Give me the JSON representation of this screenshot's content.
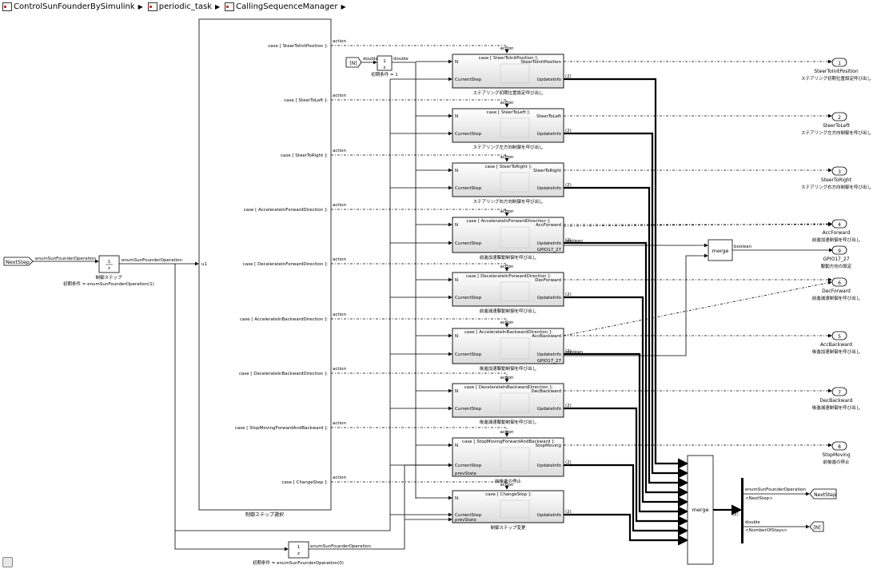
{
  "breadcrumb": [
    {
      "label": "ControlSunFounderBySimulink"
    },
    {
      "label": "periodic_task"
    },
    {
      "label": "CallingSequenceManager"
    }
  ],
  "inport": {
    "label": "NextStep",
    "signal": "enumSunFounderOperation"
  },
  "delay_top": {
    "frac": "1",
    "frac_den": "z",
    "name": "制御ステップ",
    "init": "初期条件 = enumSunFounderOperation(1)",
    "out_signal": "enumSunFounderOperation"
  },
  "switch_case": {
    "input_port": "u1",
    "name": "制御ステップ選択",
    "cases": [
      "case [ SteerToInitPosition ]:",
      "case [ SteerToLeft ]:",
      "case [ SteerToRight ]:",
      "case [ AccelerateInForwardDirection ]:",
      "case [ DecelerateInForwardDirection ]:",
      "case [ AccelerateInBackwardDirection ]:",
      "case [ DecelerateInBackwardDirection ]:",
      "case [ StopMovingForwardAndBackward ]:",
      "case [ ChangeStep ]:"
    ],
    "action_label": "action"
  },
  "n_source": {
    "label": "[N]",
    "type_in": "double",
    "type_out": "double",
    "init": "初期条件 = 1"
  },
  "subsystems": [
    {
      "case": "case [ SteerToInitPosition ]:",
      "out1": "SteerToInitPosition",
      "out2": "UpdateInfo",
      "in1": "N",
      "in2": "CurrentStep",
      "caption": "ステアリング初期位置設定呼び出し"
    },
    {
      "case": "case [ SteerToLeft ]:",
      "out1": "SteerToLeft",
      "out2": "UpdateInfo",
      "in1": "N",
      "in2": "CurrentStep",
      "caption": "ステアリング左方向制御を呼び出し"
    },
    {
      "case": "case [ SteerToRight ]:",
      "out1": "SteerToRight",
      "out2": "UpdateInfo",
      "in1": "N",
      "in2": "CurrentStep",
      "caption": "ステアリング右方向制御を呼び出し"
    },
    {
      "case": "case [ AccelerateInForwardDirection ]:",
      "out1": "AccForward",
      "out2": "UpdateInfo",
      "out3": "GPIO17_27",
      "in1": "N",
      "in2": "CurrentStep",
      "caption": "前進加速駆動制御を呼び出し"
    },
    {
      "case": "case [ DecelerateInForwardDirection ]:",
      "out1": "DecForward",
      "out2": "UpdateInfo",
      "in1": "N",
      "in2": "CurrentStep",
      "caption": "前進減速駆動制御を呼び出し"
    },
    {
      "case": "case [ AccelerateInBackwardDirection ]:",
      "out1": "AccBackward",
      "out2": "UpdateInfo",
      "out3": "GPIO17_27",
      "in1": "N",
      "in2": "CurrentStep",
      "caption": "後進加速駆動制御を呼び出し"
    },
    {
      "case": "case [ DecelerateInBackwardDirection ]:",
      "out1": "DecBackward",
      "out2": "UpdateInfo",
      "in1": "N",
      "in2": "CurrentStep",
      "caption": "後進減速駆動制御を呼び出し"
    },
    {
      "case": "case [ StopMovingForwardAndBackward ]:",
      "out1": "StopMoving",
      "out2": "UpdateInfo",
      "in1": "N",
      "in2": "CurrentStep",
      "in3": "prevState",
      "caption": "前後進の停止"
    },
    {
      "case": "case [ ChangeStep ]:",
      "out2": "UpdateInfo",
      "in1": "N",
      "in2": "CurrentStep",
      "in3": "prevState",
      "caption": "制御ステップ変更"
    }
  ],
  "bus_label": "(2)",
  "boolean_label": "boolean",
  "merge_small": {
    "label": "merge",
    "out": "boolean"
  },
  "merge_big": {
    "label": "merge",
    "out_dim": "(2)"
  },
  "outports": [
    {
      "num": "1",
      "name": "SteerToInitPosition",
      "desc": "ステアリング初期位置設定呼び出し"
    },
    {
      "num": "2",
      "name": "SteerToLeft",
      "desc": "ステアリング左方向制御を呼び出し"
    },
    {
      "num": "3",
      "name": "SteerToRight",
      "desc": "ステアリング右方向制御を呼び出し"
    },
    {
      "num": "4",
      "name": "AccForward",
      "desc": "前進加速制御を呼び出し"
    },
    {
      "num": "9",
      "name": "GPIO17_27",
      "desc": "駆動方向の設定"
    },
    {
      "num": "6",
      "name": "DecForward",
      "desc": "前進減速制御を呼び出し"
    },
    {
      "num": "5",
      "name": "AccBackward",
      "desc": "後進加速制御を呼び出し"
    },
    {
      "num": "7",
      "name": "DecBackward",
      "desc": "後進減速制御を呼び出し"
    },
    {
      "num": "8",
      "name": "StopMoving",
      "desc": "前後進の停止"
    }
  ],
  "demux": {
    "sig1": "enumSunFounderOperation",
    "sig1b": "<NextStep>",
    "sig2": "double",
    "sig2b": "<NumberOfStays>"
  },
  "goto_next": "NextStep",
  "goto_n": "[N]",
  "delay_bottom": {
    "frac": "1",
    "frac_den": "z",
    "signal": "enumSunFounderOperation",
    "init": "初期条件 = enumSunFounderOperation(0)"
  }
}
